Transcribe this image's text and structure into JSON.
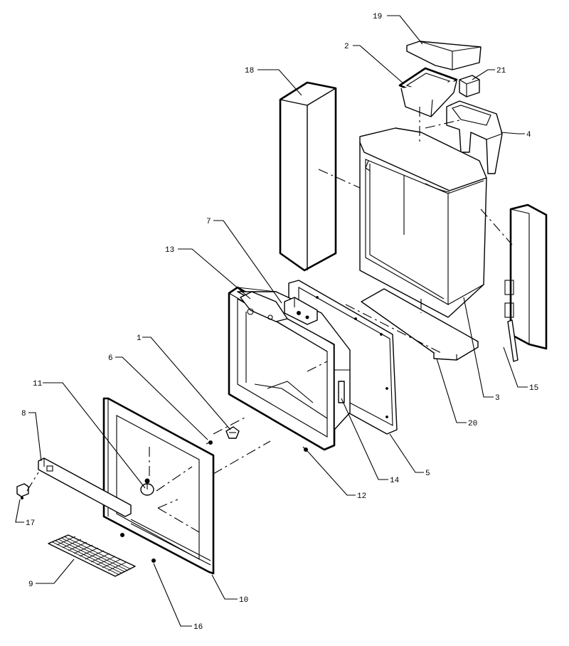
{
  "diagram": {
    "type": "exploded-parts-view",
    "callouts": [
      "1",
      "2",
      "3",
      "4",
      "5",
      "6",
      "7",
      "8",
      "9",
      "10",
      "11",
      "12",
      "13",
      "14",
      "15",
      "16",
      "17",
      "18",
      "19",
      "20",
      "21"
    ],
    "colors": {
      "line": "#000000",
      "background": "#ffffff"
    }
  }
}
